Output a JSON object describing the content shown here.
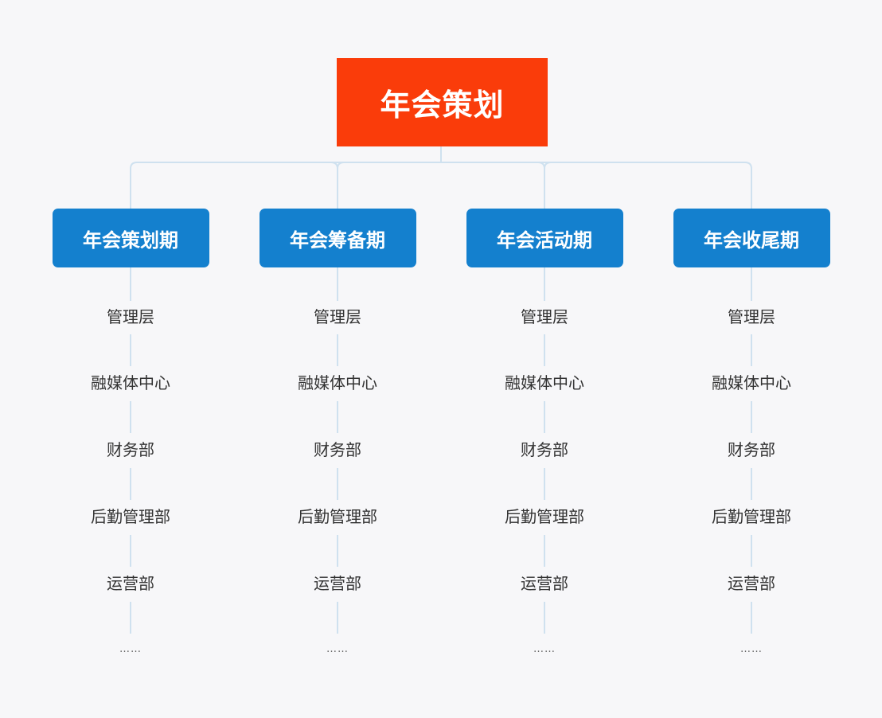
{
  "root": {
    "label": "年会策划"
  },
  "phases": [
    {
      "label": "年会策划期",
      "items": [
        "管理层",
        "融媒体中心",
        "财务部",
        "后勤管理部",
        "运营部"
      ],
      "more": "……"
    },
    {
      "label": "年会筹备期",
      "items": [
        "管理层",
        "融媒体中心",
        "财务部",
        "后勤管理部",
        "运营部"
      ],
      "more": "……"
    },
    {
      "label": "年会活动期",
      "items": [
        "管理层",
        "融媒体中心",
        "财务部",
        "后勤管理部",
        "运营部"
      ],
      "more": "……"
    },
    {
      "label": "年会收尾期",
      "items": [
        "管理层",
        "融媒体中心",
        "财务部",
        "后勤管理部",
        "运营部"
      ],
      "more": "……"
    }
  ],
  "colors": {
    "root": "#fa3c0a",
    "phase": "#1480ce",
    "connector": "#cfe1ef",
    "text": "#333333",
    "background": "#f7f7f9"
  }
}
